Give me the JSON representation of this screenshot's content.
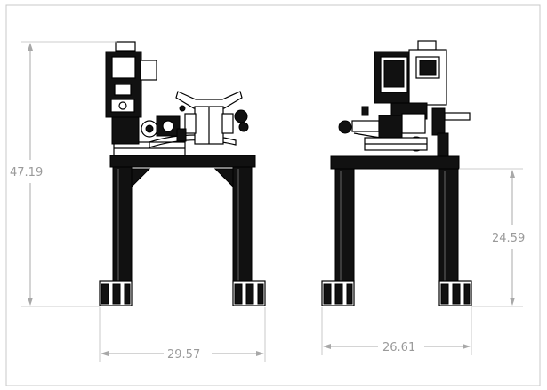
{
  "dimensions": {
    "left_total_height": "47.19",
    "left_width": "29.57",
    "right_table_height": "24.59",
    "right_width": "26.61"
  }
}
